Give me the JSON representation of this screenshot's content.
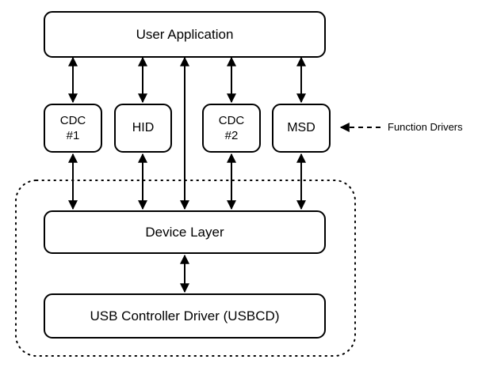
{
  "diagram": {
    "user_application": "User Application",
    "cdc1_line1": "CDC",
    "cdc1_line2": "#1",
    "hid": "HID",
    "cdc2_line1": "CDC",
    "cdc2_line2": "#2",
    "msd": "MSD",
    "function_drivers_label": "Function Drivers",
    "device_layer": "Device Layer",
    "usb_controller_driver": "USB Controller Driver (USBCD)"
  }
}
